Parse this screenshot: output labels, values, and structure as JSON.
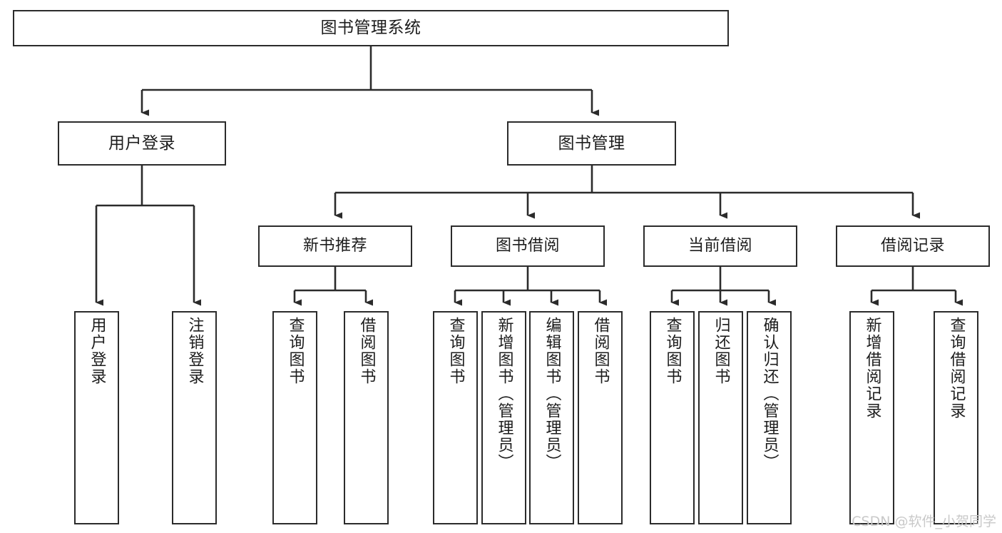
{
  "diagram": {
    "type": "hierarchy-tree",
    "title": "图书管理系统",
    "stroke_color": "#2b2b2b",
    "background_color": "#ffffff",
    "root": {
      "id": "root",
      "label": "图书管理系统"
    },
    "level1": [
      {
        "id": "user-login",
        "label": "用户登录"
      },
      {
        "id": "book-management",
        "label": "图书管理"
      }
    ],
    "level2": [
      {
        "id": "new-book-recommend",
        "label": "新书推荐",
        "parent": "book-management"
      },
      {
        "id": "book-borrow",
        "label": "图书借阅",
        "parent": "book-management"
      },
      {
        "id": "current-borrow",
        "label": "当前借阅",
        "parent": "book-management"
      },
      {
        "id": "borrow-record",
        "label": "借阅记录",
        "parent": "book-management"
      }
    ],
    "leaves": {
      "user-login": [
        {
          "id": "leaf-user-login",
          "label": "用户登录"
        },
        {
          "id": "leaf-user-logout",
          "label": "注销登录"
        }
      ],
      "new-book-recommend": [
        {
          "id": "leaf-query-book-1",
          "label": "查询图书"
        },
        {
          "id": "leaf-borrow-book-1",
          "label": "借阅图书"
        }
      ],
      "book-borrow": [
        {
          "id": "leaf-query-book-2",
          "label": "查询图书"
        },
        {
          "id": "leaf-add-book",
          "label": "新增图书（管理员）"
        },
        {
          "id": "leaf-edit-book",
          "label": "编辑图书（管理员）"
        },
        {
          "id": "leaf-borrow-book-2",
          "label": "借阅图书"
        }
      ],
      "current-borrow": [
        {
          "id": "leaf-query-book-3",
          "label": "查询图书"
        },
        {
          "id": "leaf-return-book",
          "label": "归还图书"
        },
        {
          "id": "leaf-confirm-return",
          "label": "确认归还（管理员）"
        }
      ],
      "borrow-record": [
        {
          "id": "leaf-add-record",
          "label": "新增借阅记录"
        },
        {
          "id": "leaf-query-record",
          "label": "查询借阅记录"
        }
      ]
    }
  },
  "watermark": {
    "text": "CSDN @软件_小贺同学"
  }
}
